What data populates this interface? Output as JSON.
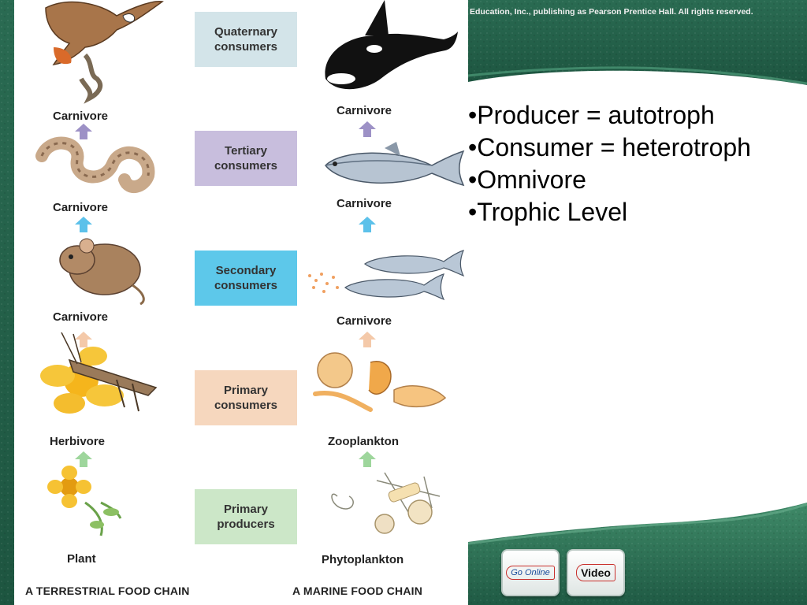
{
  "copyright": "Education, Inc., publishing as Pearson Prentice Hall. All rights reserved.",
  "bullets": [
    "•Producer = autotroph",
    "•Consumer = heterotroph",
    "•Omnivore",
    "•Trophic Level"
  ],
  "levels": [
    {
      "label": "Quaternary\nconsumers",
      "color": "#d3e4e9"
    },
    {
      "label": "Tertiary\nconsumers",
      "color": "#c8bedd"
    },
    {
      "label": "Secondary\nconsumers",
      "color": "#5dc8ea"
    },
    {
      "label": "Primary\nconsumers",
      "color": "#f6d7be"
    },
    {
      "label": "Primary\nproducers",
      "color": "#cce7c8"
    }
  ],
  "terrestrial": {
    "title": "A TERRESTRIAL FOOD CHAIN",
    "labels": [
      "Carnivore",
      "Carnivore",
      "Carnivore",
      "Herbivore",
      "Plant"
    ]
  },
  "marine": {
    "title": "A MARINE FOOD CHAIN",
    "labels": [
      "Carnivore",
      "Carnivore",
      "Carnivore",
      "Zooplankton",
      "Phytoplankton"
    ]
  },
  "arrow_colors": [
    "#9d91c6",
    "#5cc1ea",
    "#f4c9a9",
    "#9ed69c"
  ],
  "buttons": {
    "go_online": "Go Online",
    "video": "Video"
  },
  "theme": {
    "green_dark": "#1f5a44",
    "green_mid": "#2f7a5c",
    "green_light": "#4c9a78"
  }
}
